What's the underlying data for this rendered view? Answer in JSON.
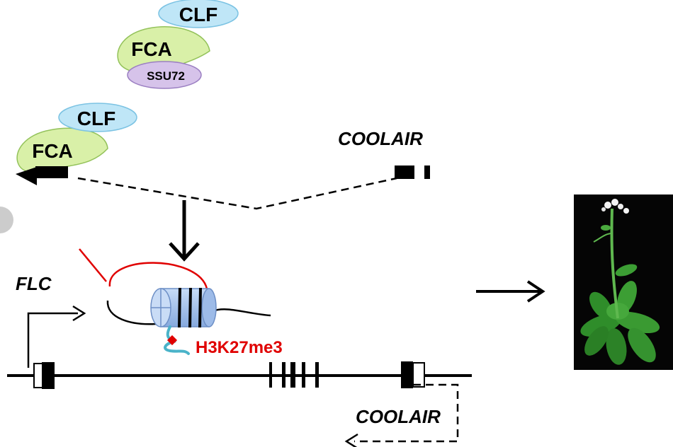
{
  "labels": {
    "clf_top": "CLF",
    "fca_top": "FCA",
    "ssu72": "SSU72",
    "clf_mid": "CLF",
    "fca_mid": "FCA",
    "coolair_top": "COOLAIR",
    "flc": "FLC",
    "h3k27me3": "H3K27me3",
    "coolair_bottom": "COOLAIR"
  },
  "colors": {
    "clf_fill": "#bfe6f7",
    "clf_stroke": "#7cc3e3",
    "fca_fill": "#d9f0a8",
    "fca_stroke": "#93c25a",
    "ssu72_fill": "#d6c3ea",
    "ssu72_stroke": "#9b7fc2",
    "nucleosome_fill": "#a9c6ef",
    "histone_tail": "#4ab3c9",
    "methyl_mark": "#e00000",
    "loop_line": "#e00000",
    "label_red": "#e00000"
  },
  "icons": {
    "plant_photo": "arabidopsis-flowering-plant-image"
  }
}
